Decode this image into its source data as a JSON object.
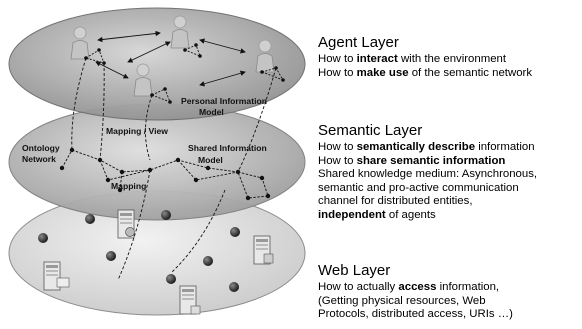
{
  "diagram": {
    "labels": {
      "personal_model": [
        "Personal Information",
        "Model"
      ],
      "mapping_view": "Mapping / View",
      "ontology_network": [
        "Ontology",
        "Network"
      ],
      "shared_model": [
        "Shared Information",
        "Model"
      ],
      "mapping": "Mapping"
    },
    "colors": {
      "agent_layer": "#9a9a9a",
      "semantic_layer": "#a8a8a8",
      "web_layer": "#dcdcdc",
      "node": "#2b2b2b"
    },
    "icons": [
      "person-icon",
      "server-icon",
      "desktop-computer-icon",
      "database-icon",
      "folder-icon"
    ]
  },
  "layers": [
    {
      "title": "Agent Layer",
      "lines": [
        [
          {
            "t": "How to ",
            "b": false
          },
          {
            "t": "interact",
            "b": true
          },
          {
            "t": " with the environment",
            "b": false
          }
        ],
        [
          {
            "t": "How to ",
            "b": false
          },
          {
            "t": "make use",
            "b": true
          },
          {
            "t": " of the semantic network",
            "b": false
          }
        ]
      ]
    },
    {
      "title": "Semantic Layer",
      "lines": [
        [
          {
            "t": "How to ",
            "b": false
          },
          {
            "t": "semantically describe",
            "b": true
          },
          {
            "t": " information",
            "b": false
          }
        ],
        [
          {
            "t": "How to ",
            "b": false
          },
          {
            "t": "share semantic information",
            "b": true
          }
        ],
        [
          {
            "t": "Shared knowledge medium: Asynchronous,",
            "b": false
          }
        ],
        [
          {
            "t": "semantic and pro-active communication",
            "b": false
          }
        ],
        [
          {
            "t": "channel for distributed entities,",
            "b": false
          }
        ],
        [
          {
            "t": "independent",
            "b": true
          },
          {
            "t": " of agents",
            "b": false
          }
        ]
      ]
    },
    {
      "title": "Web Layer",
      "lines": [
        [
          {
            "t": "How to actually ",
            "b": false
          },
          {
            "t": "access",
            "b": true
          },
          {
            "t": " information,",
            "b": false
          }
        ],
        [
          {
            "t": "(Getting physical resources, Web",
            "b": false
          }
        ],
        [
          {
            "t": "Protocols, distributed access, URIs …)",
            "b": false
          }
        ]
      ]
    }
  ]
}
